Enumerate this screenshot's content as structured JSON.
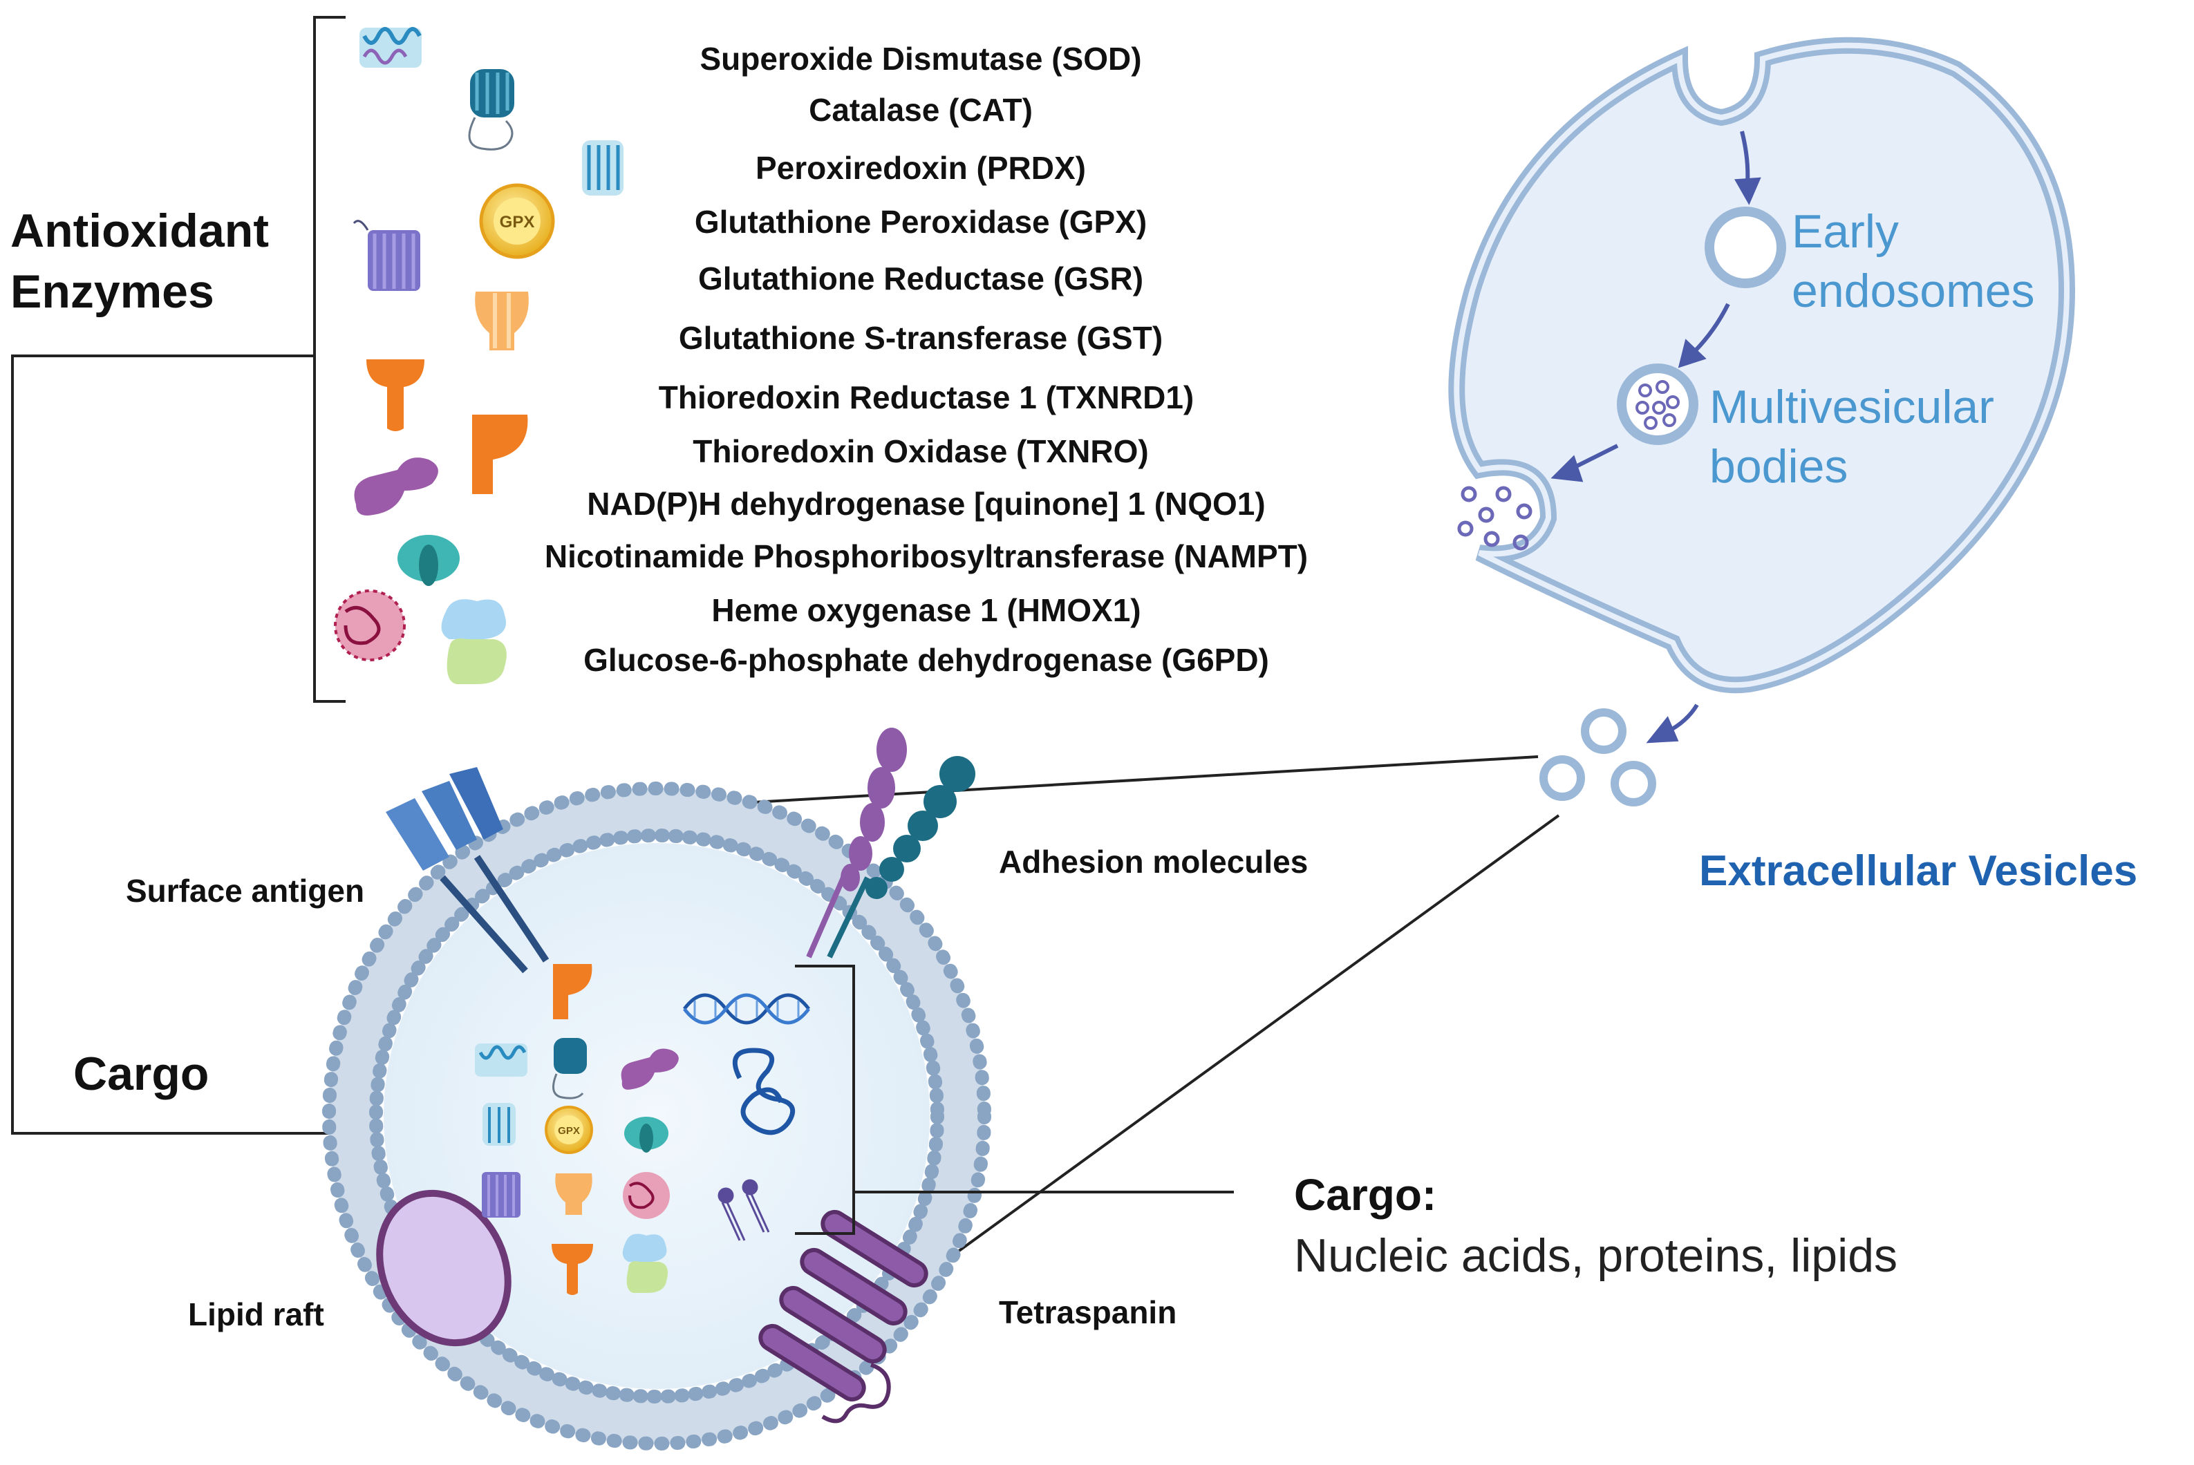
{
  "antioxidant_heading": [
    "Antioxidant",
    "Enzymes"
  ],
  "enzymes": [
    "Superoxide Dismutase (SOD)",
    "Catalase (CAT)",
    "Peroxiredoxin (PRDX)",
    "Glutathione Peroxidase (GPX)",
    "Glutathione Reductase (GSR)",
    "Glutathione S-transferase (GST)",
    "Thioredoxin Reductase 1 (TXNRD1)",
    "Thioredoxin Oxidase (TXNRO)",
    "NAD(P)H dehydrogenase [quinone] 1 (NQO1)",
    "Nicotinamide Phosphoribosyltransferase (NAMPT)",
    "Heme oxygenase 1 (HMOX1)",
    "Glucose-6-phosphate dehydrogenase (G6PD)"
  ],
  "gpx_badge": "GPX",
  "cell": {
    "early_endosomes": [
      "Early",
      "endosomes"
    ],
    "multivesicular_bodies": [
      "Multivesicular",
      "bodies"
    ]
  },
  "ev_title": "Extracellular Vesicles",
  "vesicle_labels": {
    "surface_antigen": "Surface antigen",
    "adhesion_molecules": "Adhesion molecules",
    "lipid_raft": "Lipid raft",
    "tetraspanin": "Tetraspanin",
    "cargo": "Cargo"
  },
  "cargo_note": {
    "title": "Cargo:",
    "text": "Nucleic acids, proteins, lipids"
  },
  "colors": {
    "membrane_blue": "#8aa5c4",
    "cell_fill": "#e6eef9",
    "cell_border": "#9cb8d8",
    "label_blue": "#4a98cf",
    "title_blue": "#1e62b0",
    "purple": "#8e5ba8",
    "orange": "#f07d22",
    "teal": "#3fb6b4"
  }
}
